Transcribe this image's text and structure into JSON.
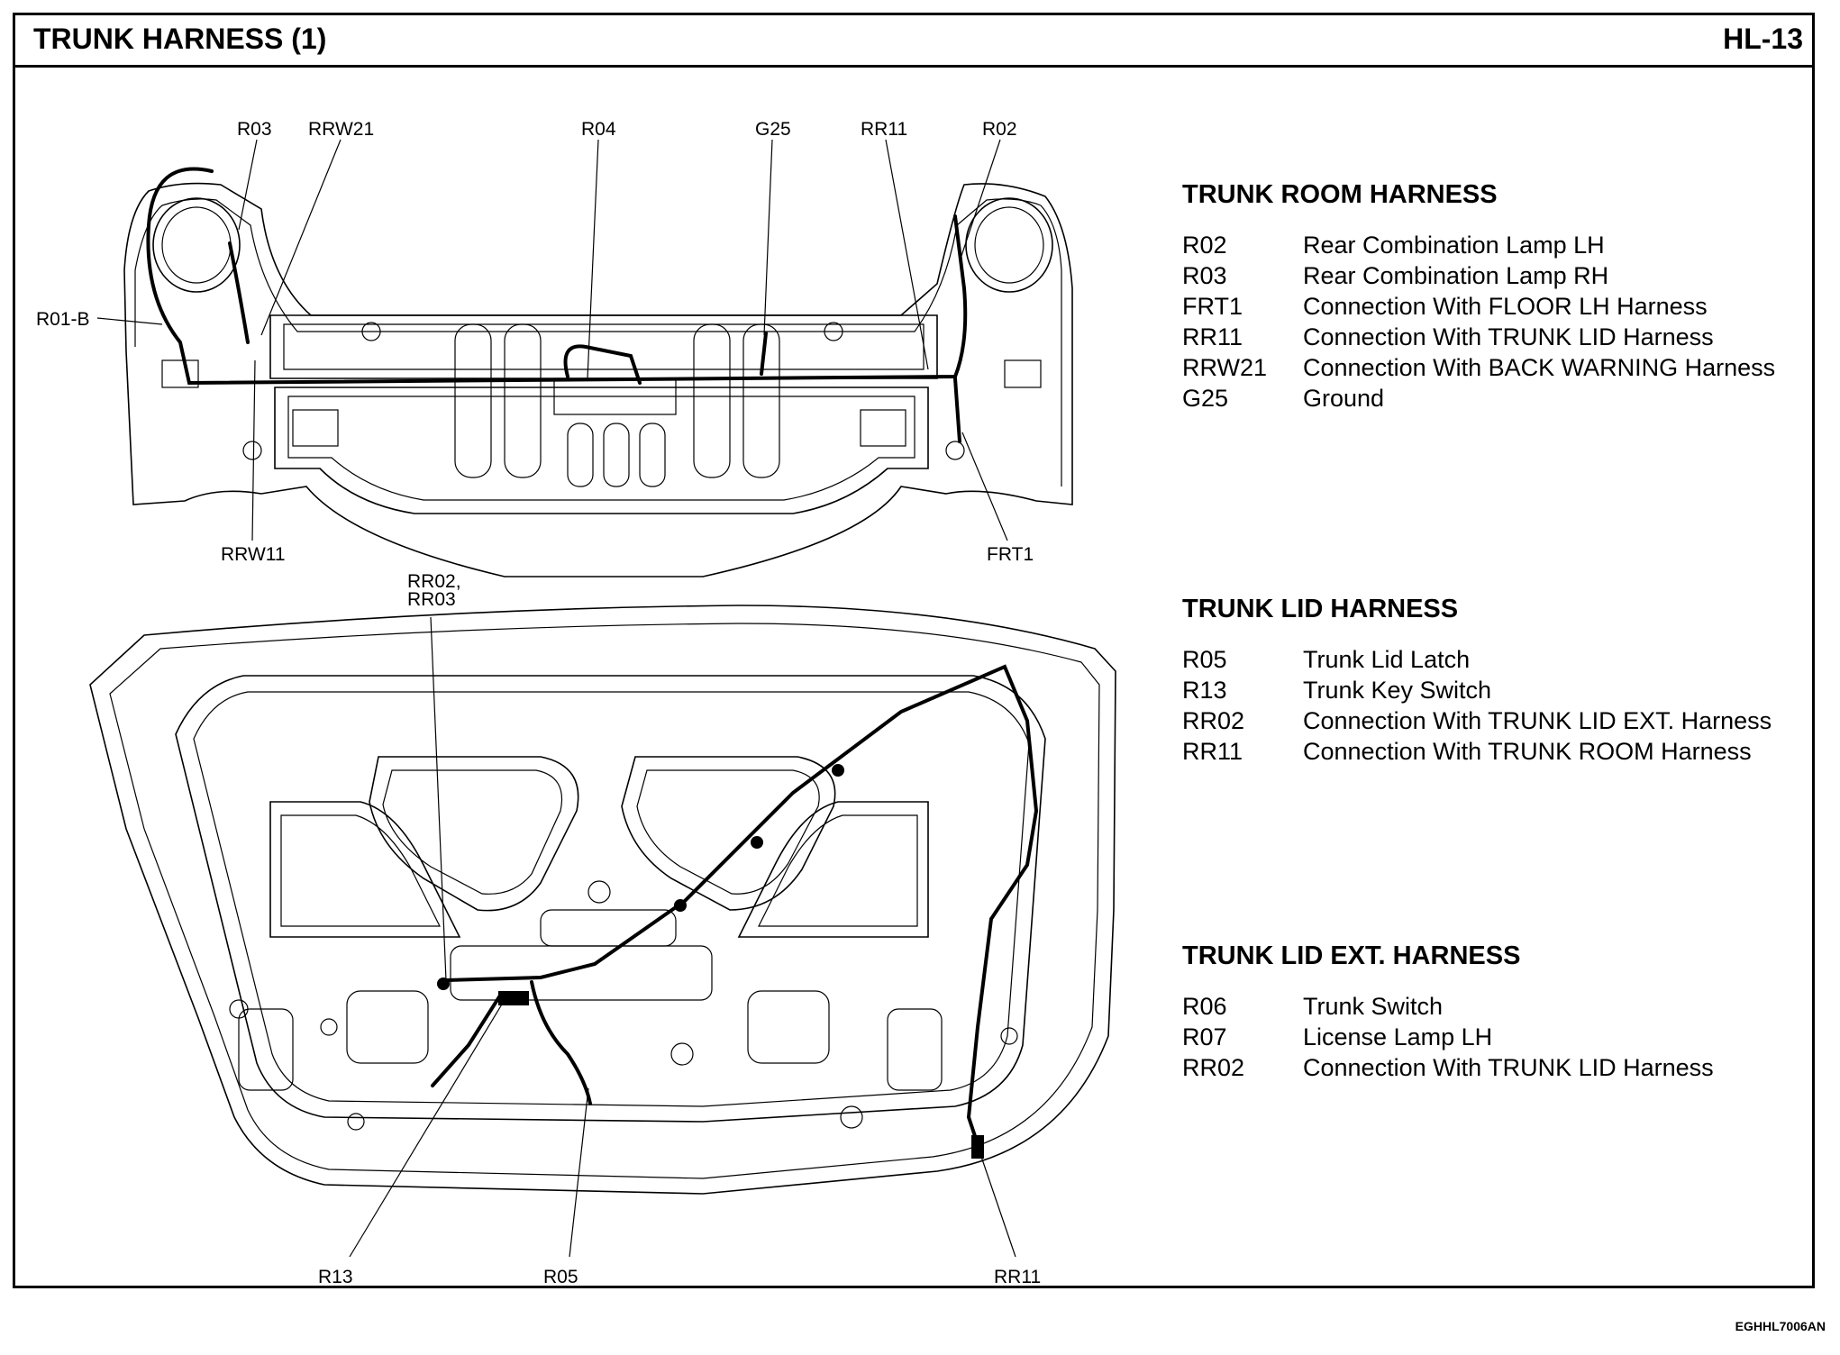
{
  "header": {
    "title": "TRUNK HARNESS (1)",
    "page": "HL-13"
  },
  "top_callouts": {
    "r03": "R03",
    "rrw21": "RRW21",
    "r04": "R04",
    "g25": "G25",
    "rr11": "RR11",
    "r02": "R02",
    "r01b": "R01-B",
    "rrw11": "RRW11",
    "frt1": "FRT1"
  },
  "bottom_callouts": {
    "rr02_rr03_line1": "RR02,",
    "rr02_rr03_line2": "RR03",
    "r13": "R13",
    "r05": "R05",
    "rr11": "RR11"
  },
  "legends": [
    {
      "title": "TRUNK ROOM HARNESS",
      "items": [
        {
          "code": "R02",
          "desc": "Rear Combination Lamp LH"
        },
        {
          "code": "R03",
          "desc": "Rear Combination Lamp RH"
        },
        {
          "code": "FRT1",
          "desc": "Connection With FLOOR LH Harness"
        },
        {
          "code": "RR11",
          "desc": "Connection With TRUNK LID Harness"
        },
        {
          "code": "RRW21",
          "desc": "Connection With BACK WARNING Harness"
        },
        {
          "code": "G25",
          "desc": "Ground"
        }
      ]
    },
    {
      "title": "TRUNK LID HARNESS",
      "items": [
        {
          "code": "R05",
          "desc": "Trunk Lid Latch"
        },
        {
          "code": "R13",
          "desc": "Trunk Key Switch"
        },
        {
          "code": "RR02",
          "desc": "Connection With TRUNK LID EXT. Harness"
        },
        {
          "code": "RR11",
          "desc": "Connection With TRUNK ROOM Harness"
        }
      ]
    },
    {
      "title": "TRUNK LID EXT. HARNESS",
      "items": [
        {
          "code": "R06",
          "desc": "Trunk Switch"
        },
        {
          "code": "R07",
          "desc": "License Lamp LH"
        },
        {
          "code": "RR02",
          "desc": "Connection With TRUNK LID Harness"
        }
      ]
    }
  ],
  "footer": {
    "drawing_code": "EGHHL7006AN"
  }
}
